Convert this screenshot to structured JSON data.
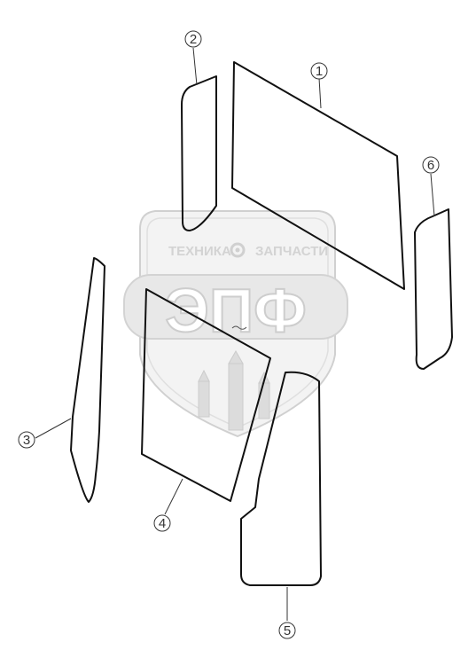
{
  "watermark": {
    "top_text_left": "ТЕХНИКА",
    "top_text_right": "ЗАПЧАСТИ",
    "logo_letters": "ЭПФ"
  },
  "callouts": [
    {
      "id": "callout-1",
      "label": "1"
    },
    {
      "id": "callout-2",
      "label": "2"
    },
    {
      "id": "callout-3",
      "label": "3"
    },
    {
      "id": "callout-4",
      "label": "4"
    },
    {
      "id": "callout-5",
      "label": "5"
    },
    {
      "id": "callout-6",
      "label": "6"
    }
  ],
  "colors": {
    "line": "#111111",
    "watermark": "#d6d6d6"
  }
}
